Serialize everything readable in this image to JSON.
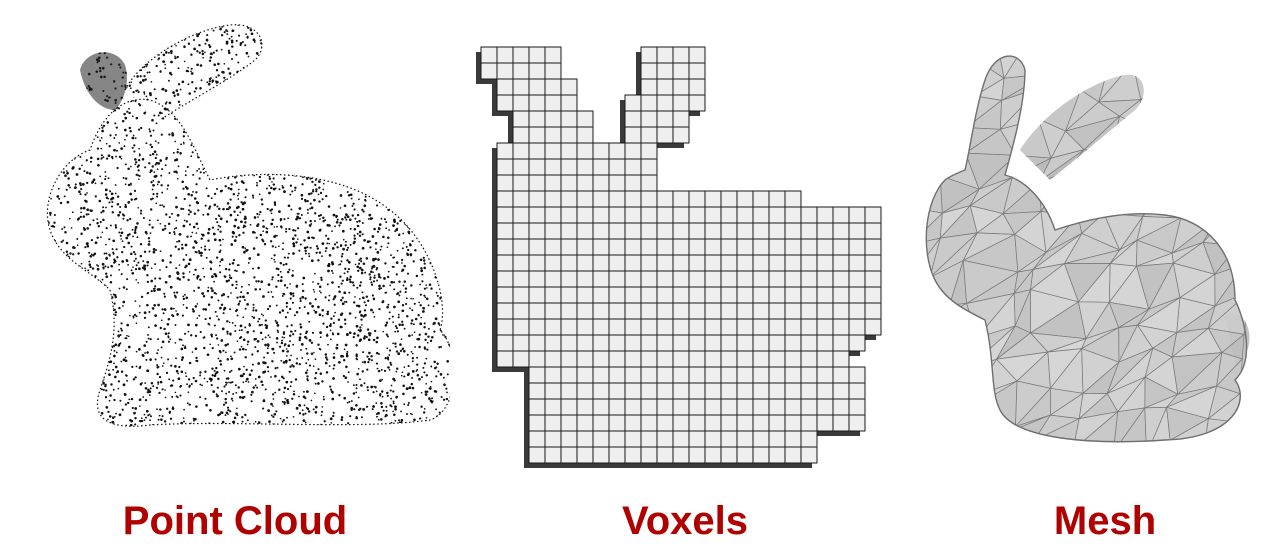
{
  "labels": {
    "point_cloud": "Point Cloud",
    "voxels": "Voxels",
    "mesh": "Mesh"
  },
  "colors": {
    "label": "#b00000",
    "dots": "#111111",
    "voxel_face": "#efefef",
    "voxel_edge": "#1a1a1a",
    "mesh_fill": "#c9c9c9",
    "mesh_edge": "#7a7a7a"
  }
}
